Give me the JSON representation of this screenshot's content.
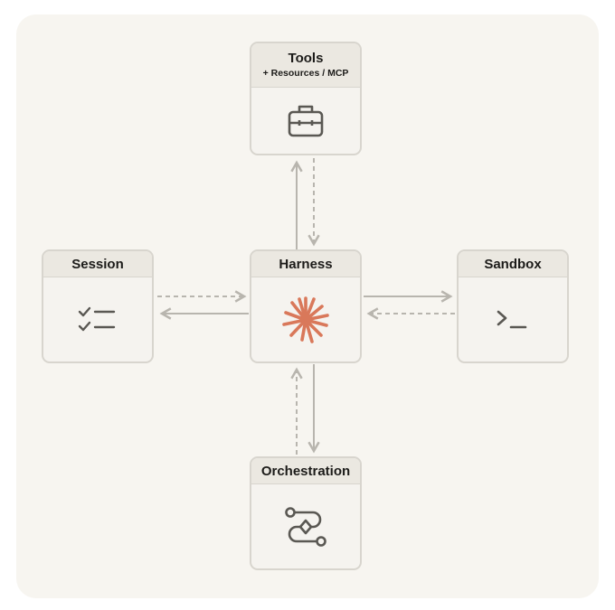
{
  "nodes": {
    "tools": {
      "title": "Tools",
      "subtitle": "+ Resources / MCP",
      "icon": "toolbox-icon"
    },
    "session": {
      "title": "Session",
      "icon": "checklist-icon"
    },
    "harness": {
      "title": "Harness",
      "icon": "starburst-icon"
    },
    "sandbox": {
      "title": "Sandbox",
      "icon": "terminal-prompt-icon"
    },
    "orchestration": {
      "title": "Orchestration",
      "icon": "workflow-icon"
    }
  },
  "colors": {
    "accent": "#d9785a",
    "icon": "#5a5853",
    "arrow": "#b8b5ae"
  }
}
